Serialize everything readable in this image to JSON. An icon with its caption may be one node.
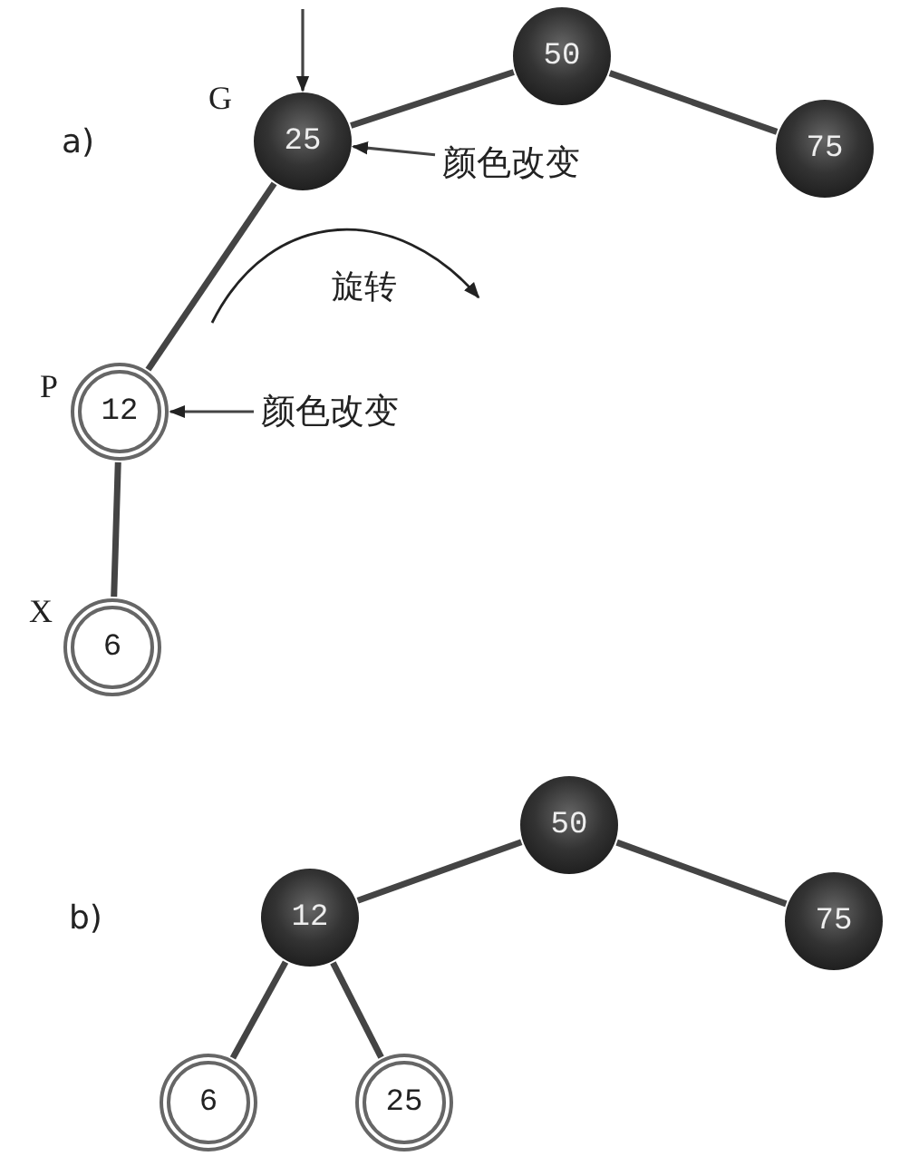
{
  "diagram": {
    "nodes": [
      {
        "text": [
          "50"
        ]
      },
      {
        "text": [
          "25"
        ],
        "beside": [
          "G"
        ]
      },
      {
        "text": [
          "75"
        ]
      },
      {
        "text": [
          "12"
        ],
        "beside": [
          "P"
        ]
      },
      {
        "text": [
          "6"
        ],
        "beside": [
          "X"
        ]
      },
      {
        "text": [
          "颜色改变"
        ]
      },
      {
        "text": [
          "颜色改变"
        ]
      },
      {
        "text": [
          "50"
        ]
      },
      {
        "text": [
          "12"
        ]
      },
      {
        "text": [
          "75"
        ]
      },
      {
        "text": [
          "6"
        ]
      },
      {
        "text": [
          "25"
        ]
      }
    ],
    "edges": [
      {
        "from": 0,
        "to": 1,
        "arrow": "none"
      },
      {
        "from": 0,
        "to": 2,
        "arrow": "none"
      },
      {
        "from": 1,
        "to": 3,
        "arrow": "none"
      },
      {
        "from": 3,
        "to": 4,
        "arrow": "none"
      },
      {
        "from": null,
        "to": 1,
        "arrow": "to"
      },
      {
        "from": 5,
        "to": 1,
        "arrow": "to"
      },
      {
        "from": 6,
        "to": 3,
        "arrow": "to"
      },
      {
        "from": 7,
        "to": 8,
        "arrow": "none"
      },
      {
        "from": 7,
        "to": 9,
        "arrow": "none"
      },
      {
        "from": 8,
        "to": 10,
        "arrow": "none"
      },
      {
        "from": 8,
        "to": 11,
        "arrow": "none"
      }
    ],
    "labels": [
      "a)",
      "旋转",
      "b)"
    ]
  }
}
